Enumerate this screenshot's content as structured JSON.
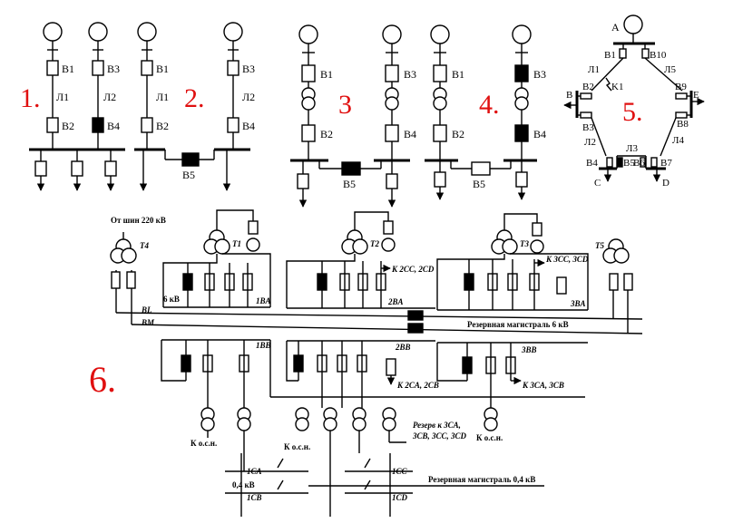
{
  "colors": {
    "line": "#000000",
    "number": "#e01010"
  },
  "numbers": {
    "n1": "1.",
    "n2": "2.",
    "n3": "3",
    "n4": "4.",
    "n5": "5.",
    "n6": "6."
  },
  "s1": {
    "b1": "B1",
    "b2": "B2",
    "b3": "B3",
    "b4": "B4",
    "l1": "Л1",
    "l2": "Л2"
  },
  "s2": {
    "b1": "B1",
    "b2": "B2",
    "b3": "B3",
    "b4": "B4",
    "b5": "B5",
    "l1": "Л1",
    "l2": "Л2"
  },
  "s3": {
    "b1": "B1",
    "b2": "B2",
    "b3": "B3",
    "b4": "B4",
    "b5": "B5"
  },
  "s4": {
    "b1": "B1",
    "b2": "B2",
    "b3": "B3",
    "b4": "B4",
    "b5": "B5"
  },
  "s5": {
    "a": "A",
    "b": "B",
    "c": "C",
    "d": "D",
    "e": "E",
    "b1": "B1",
    "b2": "B2",
    "b3": "B3",
    "b4": "B4",
    "b5": "B5",
    "b6": "B6",
    "b7": "B7",
    "b8": "B8",
    "b9": "B9",
    "b10": "B10",
    "k1": "K1",
    "l1": "Л1",
    "l2": "Л2",
    "l3": "Л3",
    "l4": "Л4",
    "l5": "Л5"
  },
  "s6": {
    "from": "От шин 220 кВ",
    "t1": "T1",
    "t2": "T2",
    "t3": "T3",
    "t4": "T4",
    "t5": "T5",
    "kv6": "6 кВ",
    "bl": "BL",
    "bm": "BM",
    "ba1": "1BA",
    "ba2": "2BA",
    "ba3": "3BA",
    "bb1": "1BB",
    "bb2": "2BB",
    "bb3": "3BB",
    "k2cc": "К 2CC, 2CD",
    "k3cc": "К 3CC, 3CD",
    "k2ca": "К 2CA, 2CB",
    "k3ca": "К 3CA, 3CB",
    "reserve6": "Резервная магистраль 6 кВ",
    "kosn1": "К о.с.н.",
    "kosn2": "К о.с.н.",
    "kosn3": "К о.с.н.",
    "rez1": "Резерв к 3CA,",
    "rez2": "3CB, 3CC, 3CD",
    "ca1": "1CA",
    "cb1": "1CB",
    "cc1": "1CC",
    "cd1": "1CD",
    "kv04": "0,4 кВ",
    "reserve04": "Резервная магистраль 0,4 кВ"
  }
}
